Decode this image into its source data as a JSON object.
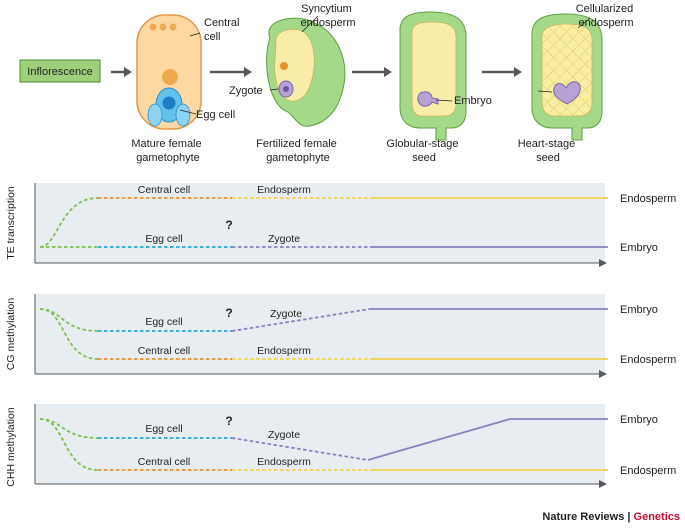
{
  "stages": {
    "inflorescence": "Inflorescence",
    "mature": "Mature female\ngametophyte",
    "fertilized": "Fertilized female\ngametophyte",
    "globular": "Globular-stage\nseed",
    "heart": "Heart-stage\nseed"
  },
  "callouts": {
    "central_cell": "Central\ncell",
    "egg_cell": "Egg cell",
    "zygote": "Zygote",
    "syncytium": "Syncytium\nendosperm",
    "embryo": "Embryo",
    "cellularized": "Cellularized\nendosperm"
  },
  "panels": [
    {
      "id": "te",
      "ylabel": "TE transcription",
      "line_labels": {
        "central_cell": "Central cell",
        "endosperm": "Endosperm",
        "egg_cell": "Egg cell",
        "zygote": "Zygote"
      },
      "question": "?",
      "right_labels": [
        "Endosperm",
        "Embryo"
      ]
    },
    {
      "id": "cg",
      "ylabel": "CG methylation",
      "line_labels": {
        "egg_cell": "Egg cell",
        "zygote": "Zygote",
        "central_cell": "Central cell",
        "endosperm": "Endosperm"
      },
      "question": "?",
      "right_labels": [
        "Embryo",
        "Endosperm"
      ]
    },
    {
      "id": "chh",
      "ylabel": "CHH methylation",
      "line_labels": {
        "egg_cell": "Egg cell",
        "zygote": "Zygote",
        "central_cell": "Central cell",
        "endosperm": "Endosperm"
      },
      "question": "?",
      "right_labels": [
        "Embryo",
        "Endosperm"
      ]
    }
  ],
  "credit": {
    "journal": "Nature Reviews",
    "separator": " | ",
    "section": "Genetics"
  },
  "colors": {
    "green": "#7cc04b",
    "orange": "#e8902c",
    "yellow": "#f2d34a",
    "blue": "#29a4dc",
    "purple": "#8b7fc1",
    "axis": "#58595b",
    "panel_bg": "#e8edf1",
    "red": "#c8102e"
  }
}
